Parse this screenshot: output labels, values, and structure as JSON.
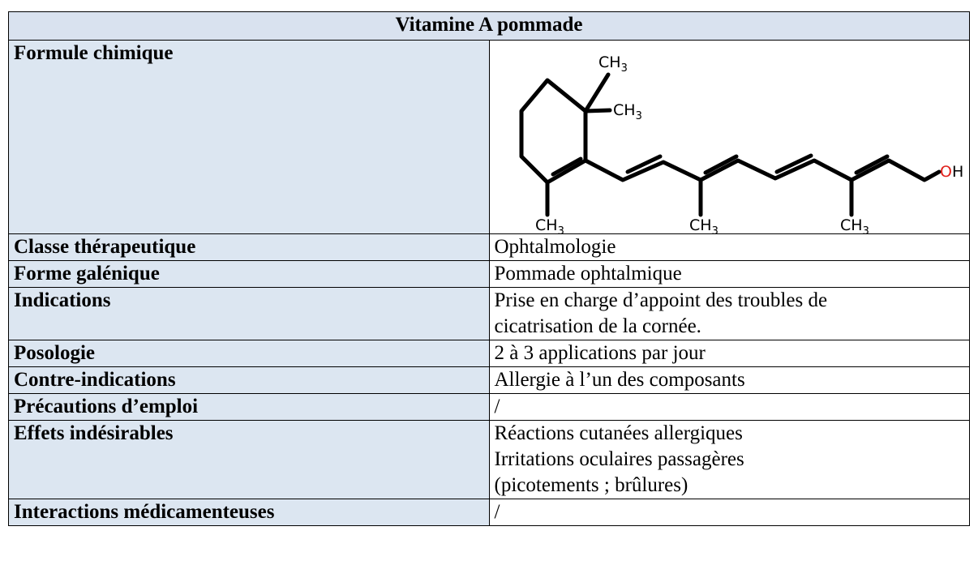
{
  "title": "Vitamine A pommade",
  "formula": {
    "label": "Formule chimique",
    "atoms": {
      "ch3": "CH",
      "sub3": "3",
      "oh": "OH"
    },
    "colors": {
      "oxygen": "#e0201b",
      "bond": "#000000"
    }
  },
  "rows": [
    {
      "label": "Classe thérapeutique",
      "lines": [
        "Ophtalmologie"
      ]
    },
    {
      "label": "Forme galénique",
      "lines": [
        "Pommade ophtalmique"
      ]
    },
    {
      "label": "Indications",
      "lines": [
        "Prise en charge d’appoint des troubles de",
        "cicatrisation de la cornée."
      ]
    },
    {
      "label": "Posologie",
      "lines": [
        "2 à 3 applications par jour"
      ]
    },
    {
      "label": "Contre-indications",
      "lines": [
        "Allergie à l’un des composants"
      ]
    },
    {
      "label": "Précautions d’emploi",
      "lines": [
        "/"
      ]
    },
    {
      "label": "Effets indésirables",
      "lines": [
        "Réactions cutanées allergiques",
        "Irritations oculaires passagères",
        "(picotements ; brûlures)"
      ]
    },
    {
      "label": "Interactions médicamenteuses",
      "lines": [
        "/"
      ]
    }
  ],
  "colors": {
    "label_bg": "#dce6f1",
    "title_bg": "#d9e2ef",
    "border": "#000000"
  }
}
